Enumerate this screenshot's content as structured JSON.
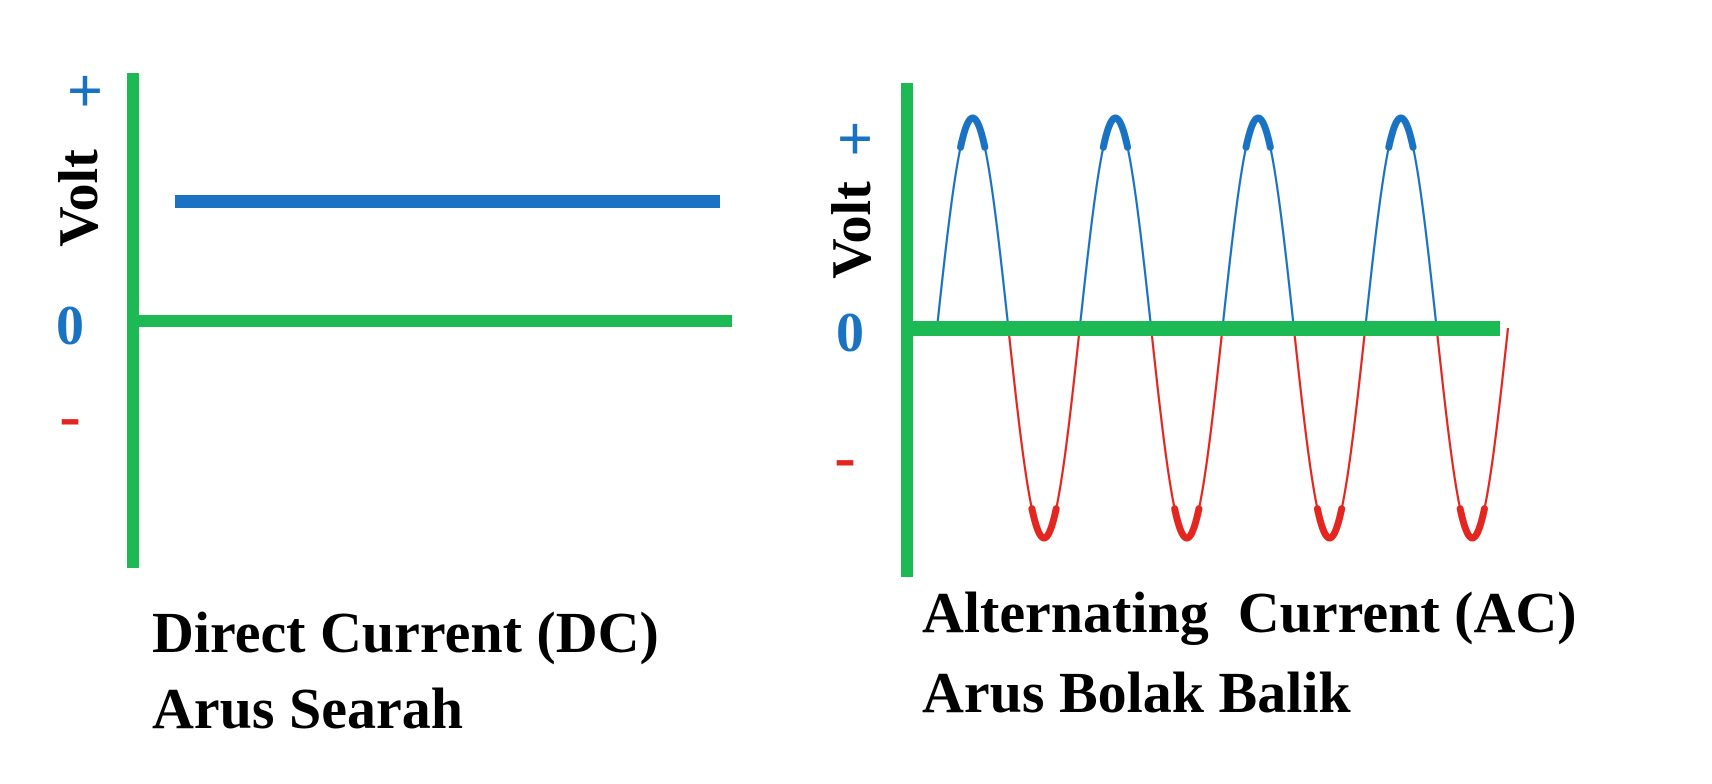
{
  "colors": {
    "axis": "#1db954",
    "positive": "#1a73c2",
    "negative": "#e3261f",
    "text": "#000000"
  },
  "dc": {
    "axis_label": "Volt",
    "plus": "+",
    "zero": "0",
    "minus": "-",
    "caption_line1": "Direct Current (DC)",
    "caption_line2": "Arus Searah",
    "relative_level": 1
  },
  "ac": {
    "axis_label": "Volt",
    "plus": "+",
    "zero": "0",
    "minus": "-",
    "caption_line1": "Alternating  Current (AC)",
    "caption_line2": "Arus Bolak Balik",
    "cycles": 4
  }
}
